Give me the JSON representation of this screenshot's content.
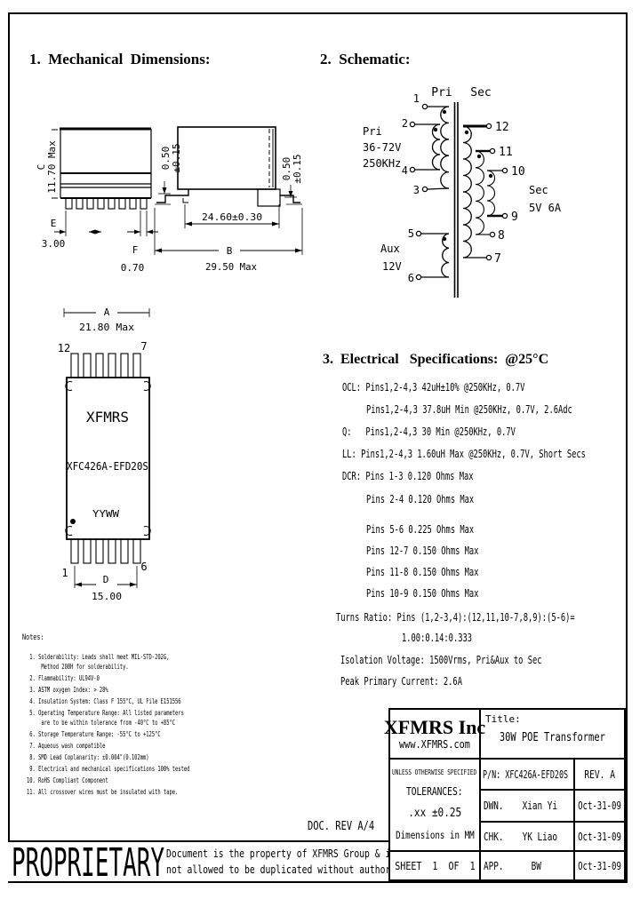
{
  "colors": {
    "ink": "#000000",
    "paper": "#ffffff"
  },
  "mech": {
    "title": "1.  Mechanical  Dimensions:",
    "front": {
      "dim_c": [
        "C",
        "11.70 Max"
      ],
      "dim_e": [
        "E",
        "3.00"
      ],
      "dim_f": [
        "F",
        "0.70"
      ]
    },
    "side": {
      "lead_dim_left": [
        "0.50",
        "±0.15"
      ],
      "lead_dim_right": [
        "0.50",
        "±0.15"
      ],
      "span": "24.60±0.30",
      "dim_b": [
        "B",
        "29.50 Max"
      ]
    },
    "top": {
      "dim_a": [
        "A",
        "21.80 Max"
      ],
      "dim_d": [
        "D",
        "15.00"
      ],
      "pin_top_left": "12",
      "pin_top_right": "7",
      "pin_bottom_left": "1",
      "pin_bottom_right": "6",
      "brand": "XFMRS",
      "part": "XFC426A-EFD20S",
      "datecode": "YYWW"
    }
  },
  "schematic": {
    "title": "2.  Schematic:",
    "pri_header": "Pri",
    "sec_header": "Sec",
    "pri_info": [
      "Pri",
      "36-72V",
      "250KHz"
    ],
    "aux_info": [
      "Aux",
      "12V"
    ],
    "sec_info": [
      "Sec",
      "5V 6A"
    ],
    "left_pins": [
      "1",
      "2",
      "4",
      "3",
      "5",
      "6"
    ],
    "right_pins": [
      "12",
      "11",
      "10",
      "9",
      "8",
      "7"
    ]
  },
  "electrical": {
    "title": "3.  Electrical   Specifications:  @25°C",
    "lines": [
      "OCL: Pins1,2-4,3 42uH±10% @250KHz, 0.7V",
      "Pins1,2-4,3 37.8uH Min @250KHz, 0.7V, 2.6Adc",
      "Q:   Pins1,2-4,3 30 Min @250KHz, 0.7V",
      "LL: Pins1,2-4,3 1.60uH Max @250KHz, 0.7V, Short Secs",
      "DCR: Pins 1-3 0.120 Ohms Max",
      "Pins 2-4 0.120 Ohms Max",
      "Pins 5-6 0.225 Ohms Max",
      "Pins 12-7 0.150 Ohms Max",
      "Pins 11-8 0.150 Ohms Max",
      "Pins 10-9 0.150 Ohms Max",
      "Turns Ratio: Pins (1,2-3,4):(12,11,10-7,8,9):(5-6)=",
      "1.00:0.14:0.333",
      "Isolation Voltage: 1500Vrms, Pri&Aux to Sec",
      "Peak Primary Current: 2.6A"
    ]
  },
  "notes": {
    "heading": "Notes:",
    "lines": [
      " 1. Solderability: Leads shall meet MIL-STD-202G,",
      "     Method 208H for solderability.",
      " 2. Flammability: UL94V-0",
      " 3. ASTM oxygen Index: > 28%",
      " 4. Insulation System: Class F 155°C, UL File E151556",
      " 5. Operating Temperature Range: All listed parameters",
      "     are to be within tolerance from -40°C to +85°C",
      " 6. Storage Temperature Range: -55°C to +125°C",
      " 7. Aqueous wash compatible",
      " 8. SMD Lead Coplanarity: ±0.004\"(0.102mm)",
      " 9. Electrical and mechanical specifications 100% tested",
      "10. RoHS Compliant Component",
      "11. All crossover wires must be insulated with tape."
    ]
  },
  "footer": {
    "doc_rev": "DOC. REV A/4",
    "proprietary": "PROPRIETARY",
    "statement": [
      "Document is the property of XFMRS Group & is",
      "not allowed to be duplicated without authorization."
    ]
  },
  "title_block": {
    "company": "XFMRS Inc",
    "website": "www.XFMRS.com",
    "title_label": "Title:",
    "title": "30W POE Transformer",
    "tolerance_l1": "UNLESS OTHERWISE SPECIFIED",
    "tolerance_l2": "TOLERANCES:",
    "tolerance_l3": ".xx ±0.25",
    "dims_note": "Dimensions in MM",
    "sheet": "SHEET  1  OF  1",
    "pn": "P/N: XFC426A-EFD20S",
    "rev": "REV. A",
    "rows": [
      {
        "role": "DWN.",
        "name": "Xian Yi",
        "date": "Oct-31-09"
      },
      {
        "role": "CHK.",
        "name": "YK Liao",
        "date": "Oct-31-09"
      },
      {
        "role": "APP.",
        "name": "BW",
        "date": "Oct-31-09"
      }
    ]
  }
}
